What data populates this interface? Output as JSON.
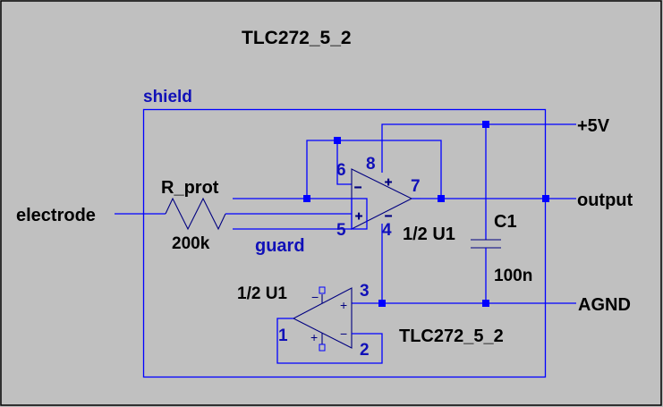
{
  "colors": {
    "background": "#c0c0c0",
    "wire": "#0000ff",
    "symbol": "#000080",
    "net_label": "#1010b8",
    "text": "#000000"
  },
  "title_top": "TLC272_5_2",
  "title_bottom": "TLC272_5_2",
  "net_labels": {
    "shield": "shield",
    "guard": "guard"
  },
  "ports": {
    "electrode": "electrode",
    "vcc": "+5V",
    "output": "output",
    "agnd": "AGND"
  },
  "resistor": {
    "name": "R_prot",
    "value": "200k"
  },
  "capacitor": {
    "name": "C1",
    "value": "100n"
  },
  "opamp_a": {
    "name": "1/2 U1",
    "pins": {
      "inv": "6",
      "noninv": "5",
      "out": "7",
      "vplus": "8",
      "vminus": "4"
    }
  },
  "opamp_b": {
    "name": "1/2 U1",
    "pins": {
      "out": "1",
      "inv": "2",
      "noninv": "3"
    }
  },
  "symbols": {
    "plus": "+",
    "minus": "−"
  }
}
